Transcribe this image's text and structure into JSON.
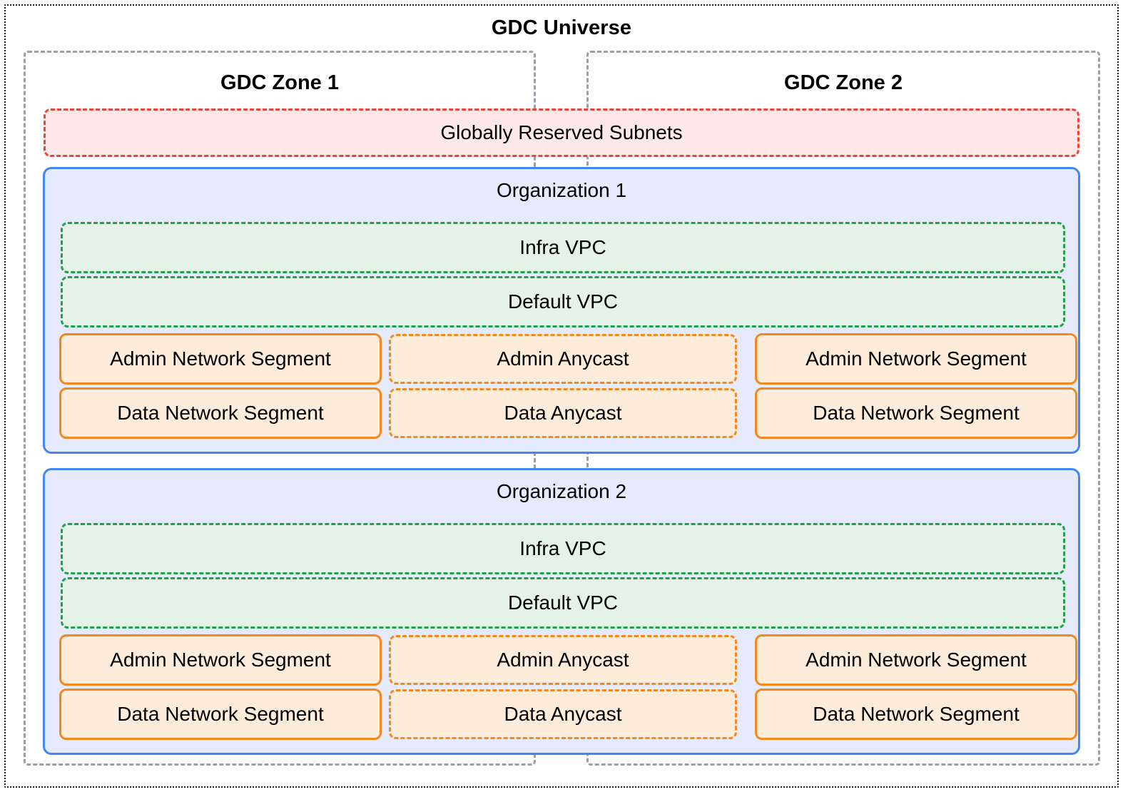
{
  "diagram": {
    "title": "GDC Universe",
    "zones": [
      {
        "title": "GDC Zone 1"
      },
      {
        "title": "GDC Zone 2"
      }
    ],
    "globally_reserved_subnets": {
      "label": "Globally Reserved Subnets"
    },
    "organizations": [
      {
        "title": "Organization 1",
        "vpcs": [
          {
            "label": "Infra VPC"
          },
          {
            "label": "Default VPC"
          }
        ],
        "zone1_segments": [
          {
            "label": "Admin Network Segment"
          },
          {
            "label": "Data Network Segment"
          }
        ],
        "anycast": [
          {
            "label": "Admin Anycast"
          },
          {
            "label": "Data Anycast"
          }
        ],
        "zone2_segments": [
          {
            "label": "Admin Network Segment"
          },
          {
            "label": "Data Network Segment"
          }
        ]
      },
      {
        "title": "Organization 2",
        "vpcs": [
          {
            "label": "Infra VPC"
          },
          {
            "label": "Default VPC"
          }
        ],
        "zone1_segments": [
          {
            "label": "Admin Network Segment"
          },
          {
            "label": "Data Network Segment"
          }
        ],
        "anycast": [
          {
            "label": "Admin Anycast"
          },
          {
            "label": "Data Anycast"
          }
        ],
        "zone2_segments": [
          {
            "label": "Admin Network Segment"
          },
          {
            "label": "Data Network Segment"
          }
        ]
      }
    ],
    "colors": {
      "universe_border": "#1a1a1a",
      "zone_border": "#9aa0a6",
      "reserved_border": "#e8453c",
      "reserved_fill": "#fce9e7",
      "organization_border": "#4285f4",
      "organization_fill": "#e5ebfd",
      "vpc_border": "#21a14b",
      "vpc_fill": "#e4f2e8",
      "segment_border": "#f4881f",
      "segment_fill": "#fdecd9",
      "text": "#000000"
    }
  }
}
